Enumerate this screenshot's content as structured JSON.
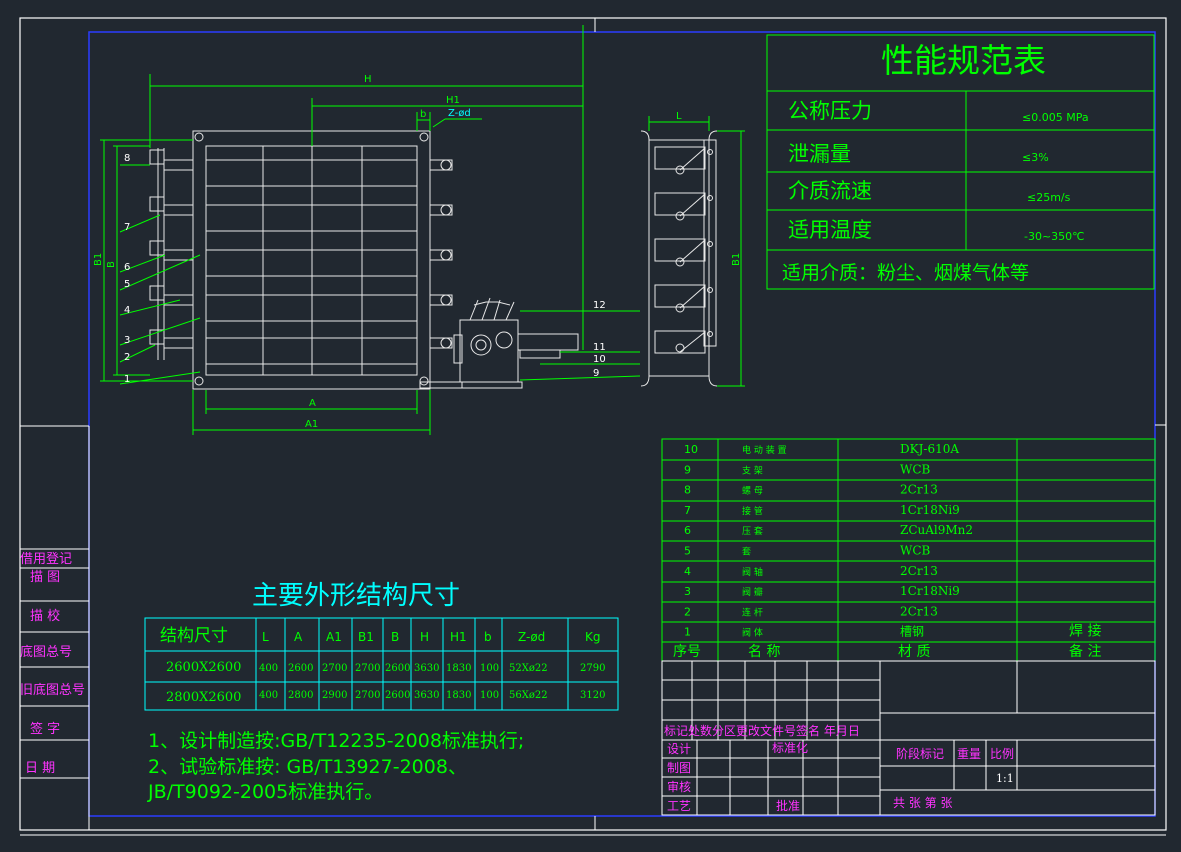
{
  "perf_table": {
    "title": "性能规范表",
    "rows": [
      {
        "label": "公称压力",
        "value": "≤0.005  MPa"
      },
      {
        "label": "泄漏量",
        "value": "≤3%"
      },
      {
        "label": "介质流速",
        "value": "≤25m/s"
      },
      {
        "label": "适用温度",
        "value": "-30~350℃"
      }
    ],
    "medium": "适用介质：粉尘、烟煤气体等"
  },
  "dims_table": {
    "title": "主要外形结构尺寸",
    "headers": [
      "结构尺寸",
      "L",
      "A",
      "A1",
      "B1",
      "B",
      "H",
      "H1",
      "b",
      "Z-ød",
      "Kg"
    ],
    "rows": [
      [
        "2600X2600",
        "400",
        "2600",
        "2700",
        "2700",
        "2600",
        "3630",
        "1830",
        "100",
        "52Xø22",
        "2790"
      ],
      [
        "2800X2600",
        "400",
        "2800",
        "2900",
        "2700",
        "2600",
        "3630",
        "1830",
        "100",
        "56Xø22",
        "3120"
      ]
    ]
  },
  "notes": [
    "1、设计制造按:GB/T12235-2008标准执行;",
    "2、试验标准按: GB/T13927-2008、",
    "JB/T9092-2005标准执行。"
  ],
  "parts": {
    "rows": [
      {
        "no": "10",
        "name": "电 动 装 置",
        "material": "DKJ-610A",
        "remark": ""
      },
      {
        "no": "9",
        "name": "支    架",
        "material": "WCB",
        "remark": ""
      },
      {
        "no": "8",
        "name": "螺    母",
        "material": "2Cr13",
        "remark": ""
      },
      {
        "no": "7",
        "name": "接    管",
        "material": "1Cr18Ni9",
        "remark": ""
      },
      {
        "no": "6",
        "name": "压    套",
        "material": "ZCuAl9Mn2",
        "remark": ""
      },
      {
        "no": "5",
        "name": "套",
        "material": "WCB",
        "remark": ""
      },
      {
        "no": "4",
        "name": "阀    轴",
        "material": "2Cr13",
        "remark": ""
      },
      {
        "no": "3",
        "name": "阀    瓣",
        "material": "1Cr18Ni9",
        "remark": ""
      },
      {
        "no": "2",
        "name": "连    杆",
        "material": "2Cr13",
        "remark": ""
      },
      {
        "no": "1",
        "name": "阀    体",
        "material": "槽钢",
        "remark": "焊  接"
      }
    ],
    "header": {
      "no": "序号",
      "name": "名  称",
      "material": "材  质",
      "remark": "备  注"
    }
  },
  "title_block": {
    "revision_header": "标记处数分区更改文件号签名 年月日",
    "roles": [
      "设计",
      "制图",
      "审核",
      "工艺"
    ],
    "standardize": "标准化",
    "approve": "批准",
    "stage": "阶段标记",
    "weight": "重量",
    "scale": "比例",
    "scale_value": "1:1",
    "sheets": "共    张    第    张"
  },
  "left_strip": [
    "借用登记",
    "描    图",
    "描    校",
    "底图总号",
    "旧底图总号",
    "签    字",
    "日    期"
  ],
  "drawing_labels": {
    "H": "H",
    "H1": "H1",
    "b": "b",
    "Z": "Z-ød",
    "A": "A",
    "A1": "A1",
    "B1": "B1",
    "B": "B",
    "L": "L",
    "B1_side": "B1",
    "callouts_left": [
      "8",
      "7",
      "6",
      "5",
      "4",
      "3",
      "2",
      "1"
    ],
    "callouts_right": [
      "12",
      "11",
      "10",
      "9"
    ]
  },
  "colors": {
    "background": "#212830",
    "frame": "#ffffff",
    "border_blue": "#2a3cff",
    "line_green": "#00ff00",
    "cyan": "#00ffff",
    "magenta": "#ff33ff",
    "part_white": "#e8e8e8"
  }
}
